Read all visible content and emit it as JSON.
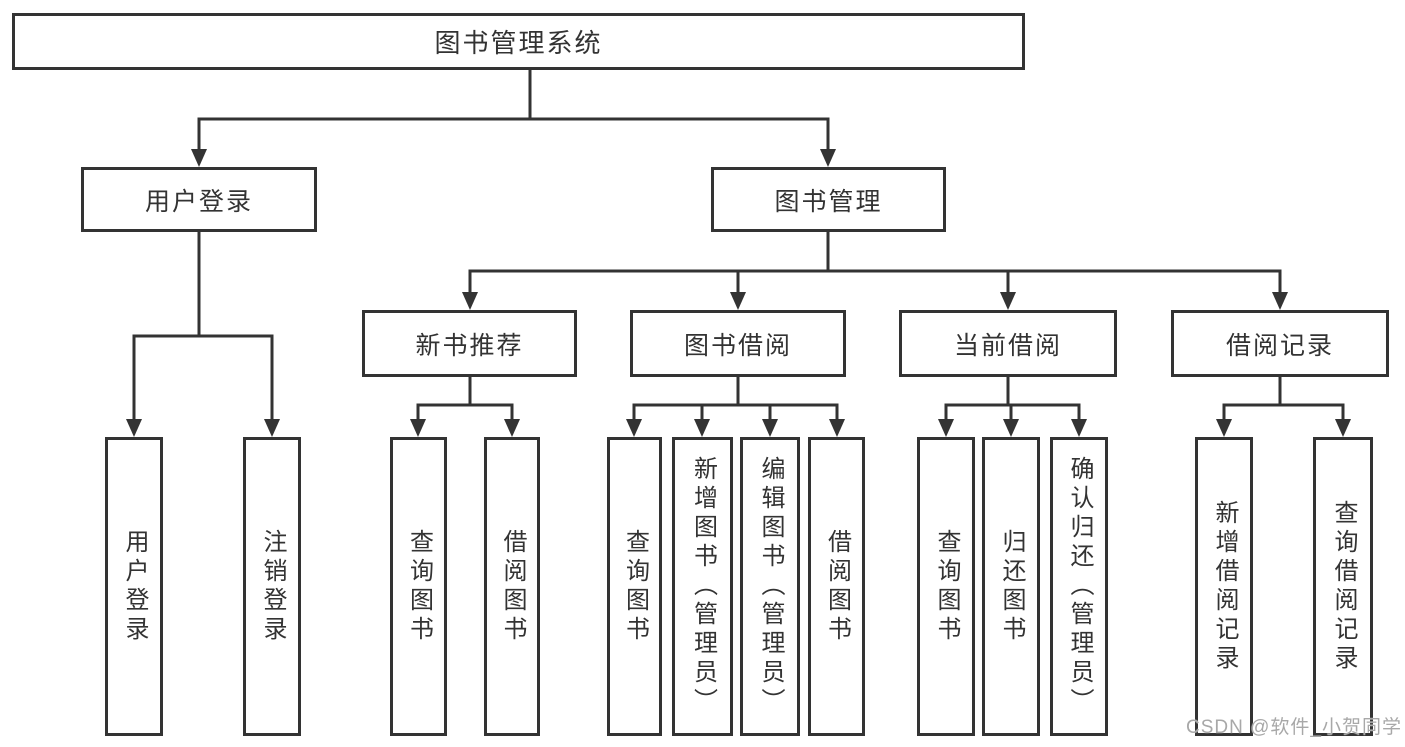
{
  "colors": {
    "line": "#333333",
    "text": "#333333",
    "background": "#ffffff",
    "watermark": "#a8a8a8"
  },
  "diagram": {
    "root": {
      "label": "图书管理系统"
    },
    "modules": [
      {
        "label": "用户登录",
        "functions": [
          {
            "label": "用户登录"
          },
          {
            "label": "注销登录"
          }
        ]
      },
      {
        "label": "图书管理",
        "submodules": [
          {
            "label": "新书推荐",
            "functions": [
              {
                "label": "查询图书"
              },
              {
                "label": "借阅图书"
              }
            ]
          },
          {
            "label": "图书借阅",
            "functions": [
              {
                "label": "查询图书"
              },
              {
                "label": "新增图书（管理员）"
              },
              {
                "label": "编辑图书（管理员）"
              },
              {
                "label": "借阅图书"
              }
            ]
          },
          {
            "label": "当前借阅",
            "functions": [
              {
                "label": "查询图书"
              },
              {
                "label": "归还图书"
              },
              {
                "label": "确认归还（管理员）"
              }
            ]
          },
          {
            "label": "借阅记录",
            "functions": [
              {
                "label": "新增借阅记录"
              },
              {
                "label": "查询借阅记录"
              }
            ]
          }
        ]
      }
    ]
  },
  "watermark": {
    "text": "CSDN @软件_小贺同学"
  }
}
